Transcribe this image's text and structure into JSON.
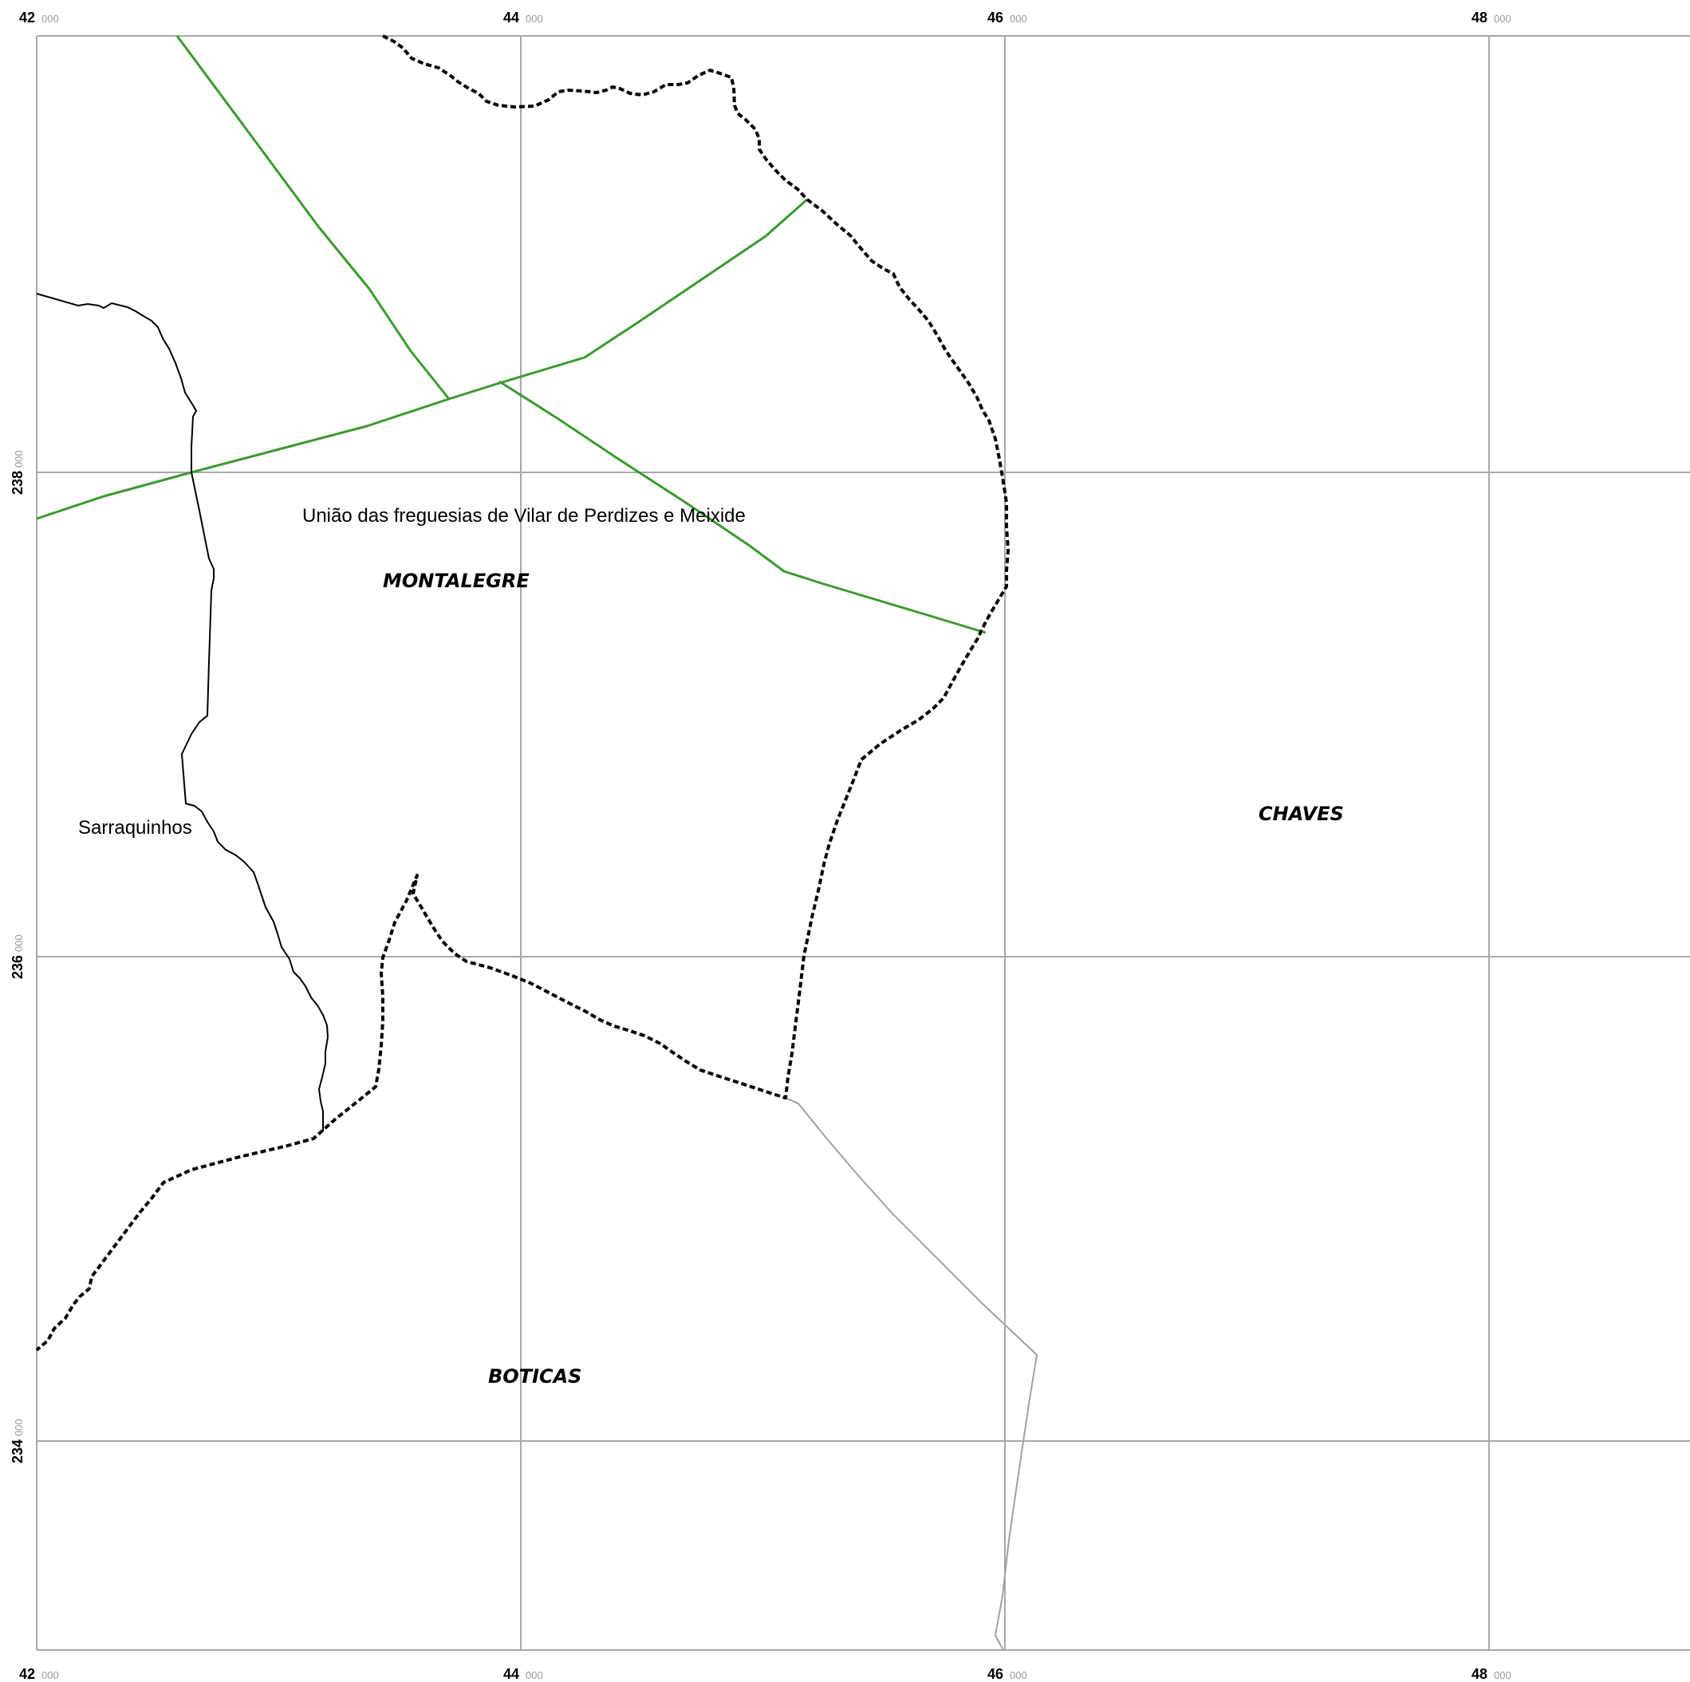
{
  "map": {
    "grid": {
      "x_ticks": [
        {
          "major": "42",
          "minor": "000"
        },
        {
          "major": "44",
          "minor": "000"
        },
        {
          "major": "46",
          "minor": "000"
        },
        {
          "major": "48",
          "minor": "000"
        }
      ],
      "y_ticks": [
        {
          "major": "238",
          "minor": "000"
        },
        {
          "major": "236",
          "minor": "000"
        },
        {
          "major": "234",
          "minor": "000"
        }
      ],
      "line_color": "#a8a8a8"
    },
    "municipalities": {
      "montalegre": "MONTALEGRE",
      "chaves": "CHAVES",
      "boticas": "BOTICAS"
    },
    "parishes": {
      "vilar_perdizes": "União das freguesias de Vilar de Perdizes e Meixide",
      "sarraquinhos": "Sarraquinhos"
    },
    "colors": {
      "district_boundary": "#000000",
      "parish_boundary": "#000000",
      "road": "#3a9a2e",
      "other_boundary": "#a0a0a0"
    }
  }
}
